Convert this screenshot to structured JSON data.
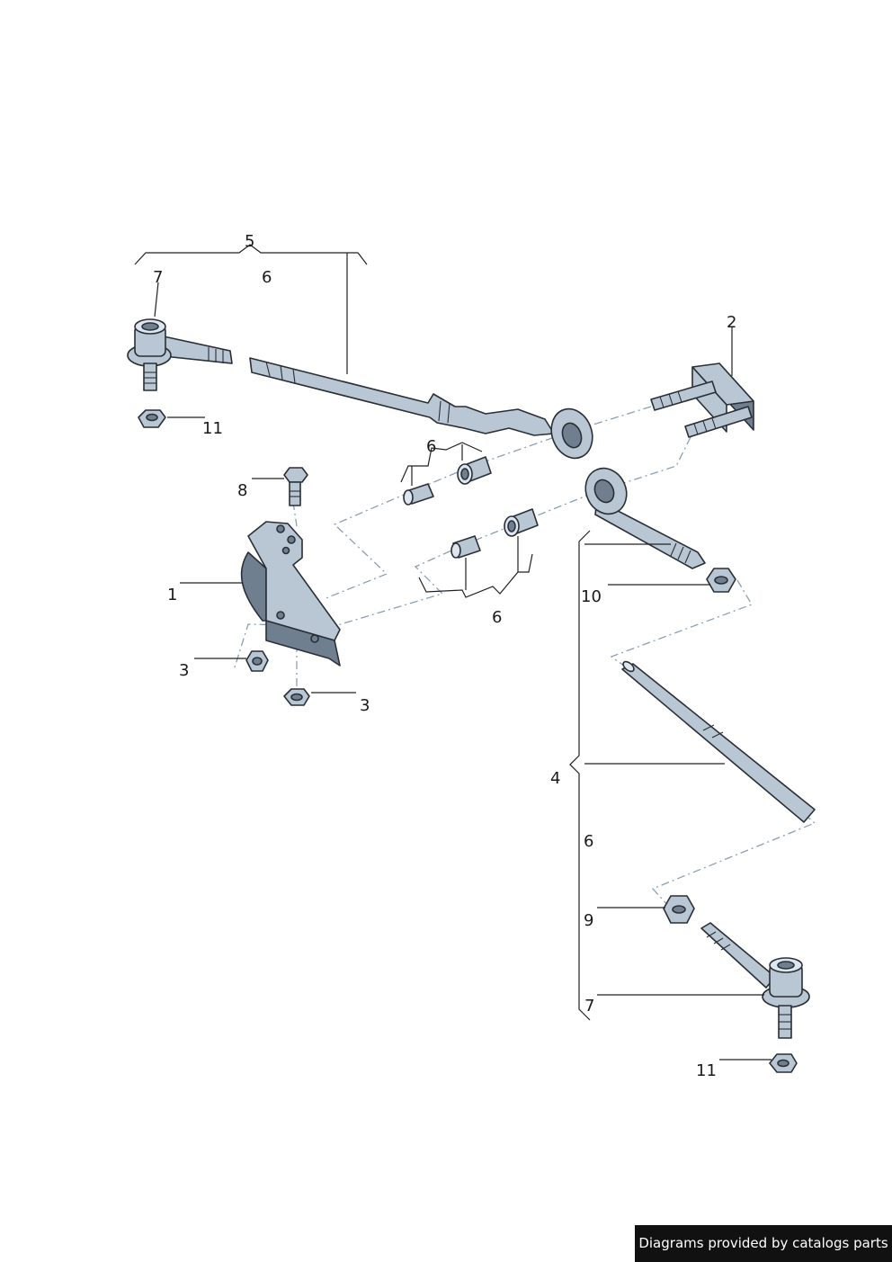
{
  "callouts": {
    "c1": "1",
    "c2": "2",
    "c3a": "3",
    "c3b": "3",
    "c4": "4",
    "c5": "5",
    "c6a": "6",
    "c6b": "6",
    "c6c": "6",
    "c6d": "6",
    "c7a": "7",
    "c7b": "7",
    "c8": "8",
    "c9": "9",
    "c10": "10",
    "c11a": "11",
    "c11b": "11"
  },
  "credit": "Diagrams provided by catalogs parts",
  "colors": {
    "part_fill": "#b9c6d3",
    "part_shadow": "#6f7f8f",
    "outline": "#2a2f36",
    "centerline": "#8aa0b2"
  }
}
